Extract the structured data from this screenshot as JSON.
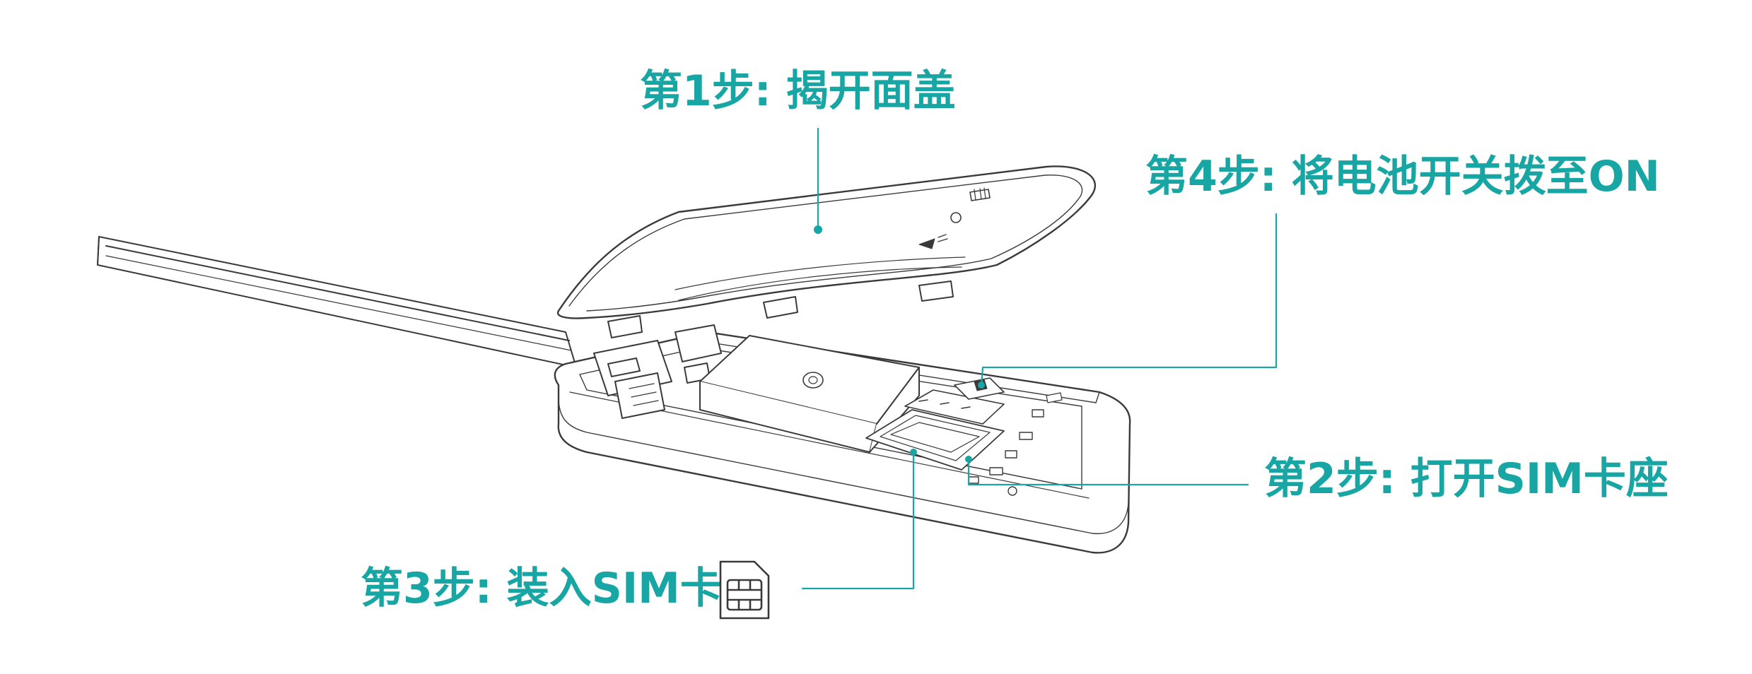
{
  "steps": {
    "step1": "第1步: 揭开面盖",
    "step2": "第2步: 打开SIM卡座",
    "step3": "第3步: 装入SIM卡",
    "step4": "第4步: 将电池开关拨至ON"
  },
  "colors": {
    "accent": "#17a6a3",
    "line_art": "#3a3a3a",
    "background": "#ffffff"
  },
  "icons": {
    "sim_card": "sim-card-icon"
  }
}
